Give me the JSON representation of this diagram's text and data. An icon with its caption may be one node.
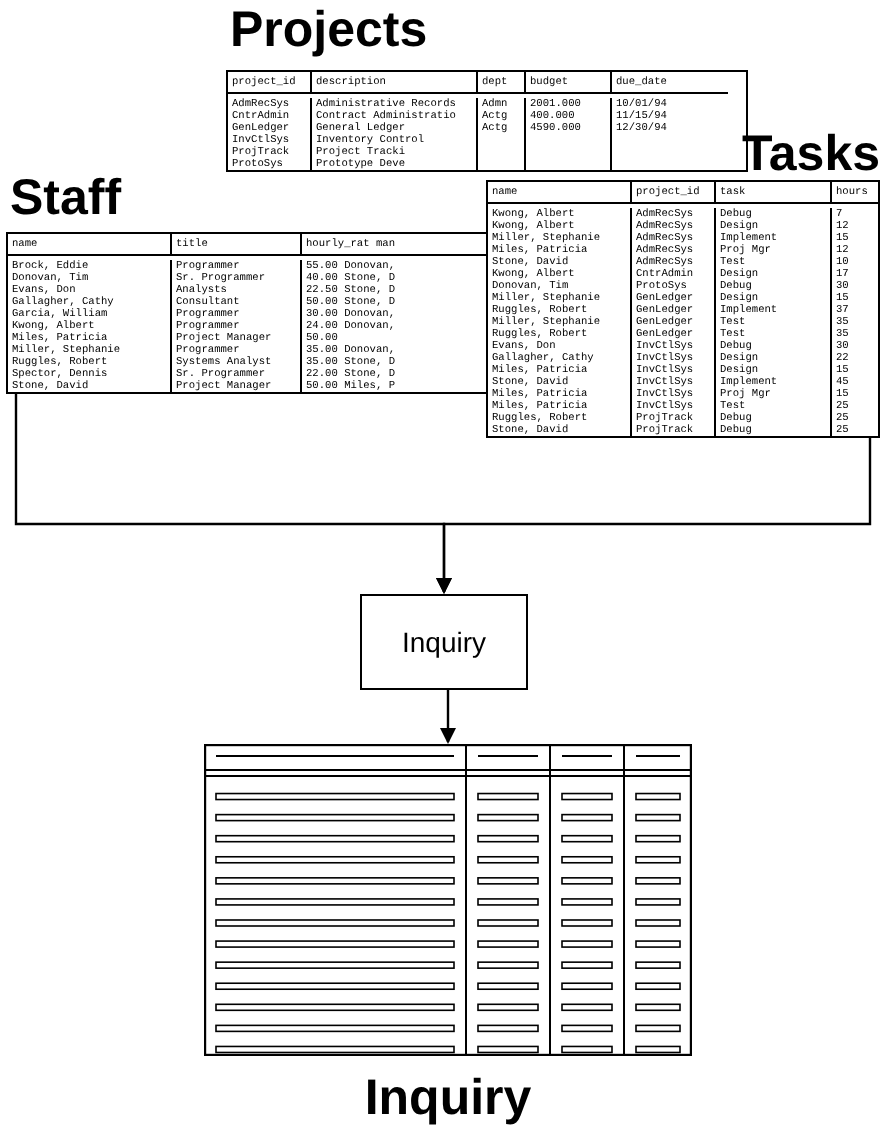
{
  "diagram": {
    "nodes": [
      {
        "text": [
          "Projects",
          "project_id",
          "description",
          "dept",
          "budget",
          "due_date",
          "AdmRecSys",
          "Administrative Records",
          "Admn",
          "2001.000",
          "10/01/94",
          "CntrAdmin",
          "Contract Administratio",
          "Actg",
          "400.000",
          "11/15/94",
          "GenLedger",
          "General Ledger",
          "Actg",
          "4590.000",
          "12/30/94",
          "InvCtlSys",
          "Inventory Control",
          "ProjTrack",
          "Project Tracki",
          "ProtoSys",
          "Prototype Deve"
        ]
      },
      {
        "text": [
          "Staff",
          "name",
          "title",
          "hourly_rat man",
          "Brock, Eddie",
          "Programmer",
          "55.00 Donovan,",
          "Donovan, Tim",
          "Sr. Programmer",
          "40.00 Stone, D",
          "Evans, Don",
          "Analysts",
          "22.50 Stone, D",
          "Gallagher, Cathy",
          "Consultant",
          "50.00 Stone, D",
          "Garcia, William",
          "Programmer",
          "30.00 Donovan,",
          "Kwong, Albert",
          "Programmer",
          "24.00 Donovan,",
          "Miles, Patricia",
          "Project Manager",
          "50.00",
          "Miller, Stephanie",
          "Programmer",
          "35.00 Donovan,",
          "Ruggles, Robert",
          "Systems Analyst",
          "35.00 Stone, D",
          "Spector, Dennis",
          "Sr. Programmer",
          "22.00 Stone, D",
          "Stone, David",
          "Project Manager",
          "50.00 Miles, P"
        ]
      },
      {
        "text": [
          "Tasks",
          "name",
          "project_id",
          "task",
          "hours",
          "Kwong, Albert",
          "AdmRecSys",
          "Debug",
          "7",
          "Kwong, Albert",
          "AdmRecSys",
          "Design",
          "12",
          "Miller, Stephanie",
          "AdmRecSys",
          "Implement",
          "15",
          "Miles, Patricia",
          "AdmRecSys",
          "Proj Mgr",
          "12",
          "Stone, David",
          "AdmRecSys",
          "Test",
          "10",
          "Kwong, Albert",
          "CntrAdmin",
          "Design",
          "17",
          "Donovan, Tim",
          "ProtoSys",
          "Debug",
          "30",
          "Miller, Stephanie",
          "GenLedger",
          "Design",
          "15",
          "Ruggles, Robert",
          "GenLedger",
          "Implement",
          "37",
          "Miller, Stephanie",
          "GenLedger",
          "Test",
          "35",
          "Ruggles, Robert",
          "GenLedger",
          "Test",
          "35",
          "Evans, Don",
          "InvCtlSys",
          "Debug",
          "30",
          "Gallagher, Cathy",
          "InvCtlSys",
          "Design",
          "22",
          "Miles, Patricia",
          "InvCtlSys",
          "Design",
          "15",
          "Stone, David",
          "InvCtlSys",
          "Implement",
          "45",
          "Miles, Patricia",
          "InvCtlSys",
          "Proj Mgr",
          "15",
          "Miles, Patricia",
          "InvCtlSys",
          "Test",
          "25",
          "Ruggles, Robert",
          "ProjTrack",
          "Debug",
          "25",
          "Stone, David",
          "ProjTrack",
          "Debug",
          "25"
        ]
      },
      {
        "text": [
          "Inquiry"
        ]
      },
      {
        "text": [
          "Inquiry"
        ]
      }
    ],
    "edges": [
      {
        "from": 1,
        "to": 3,
        "arrow": "to"
      },
      {
        "from": 2,
        "to": 3,
        "arrow": "to"
      },
      {
        "from": 3,
        "to": 4,
        "arrow": "to"
      }
    ]
  }
}
